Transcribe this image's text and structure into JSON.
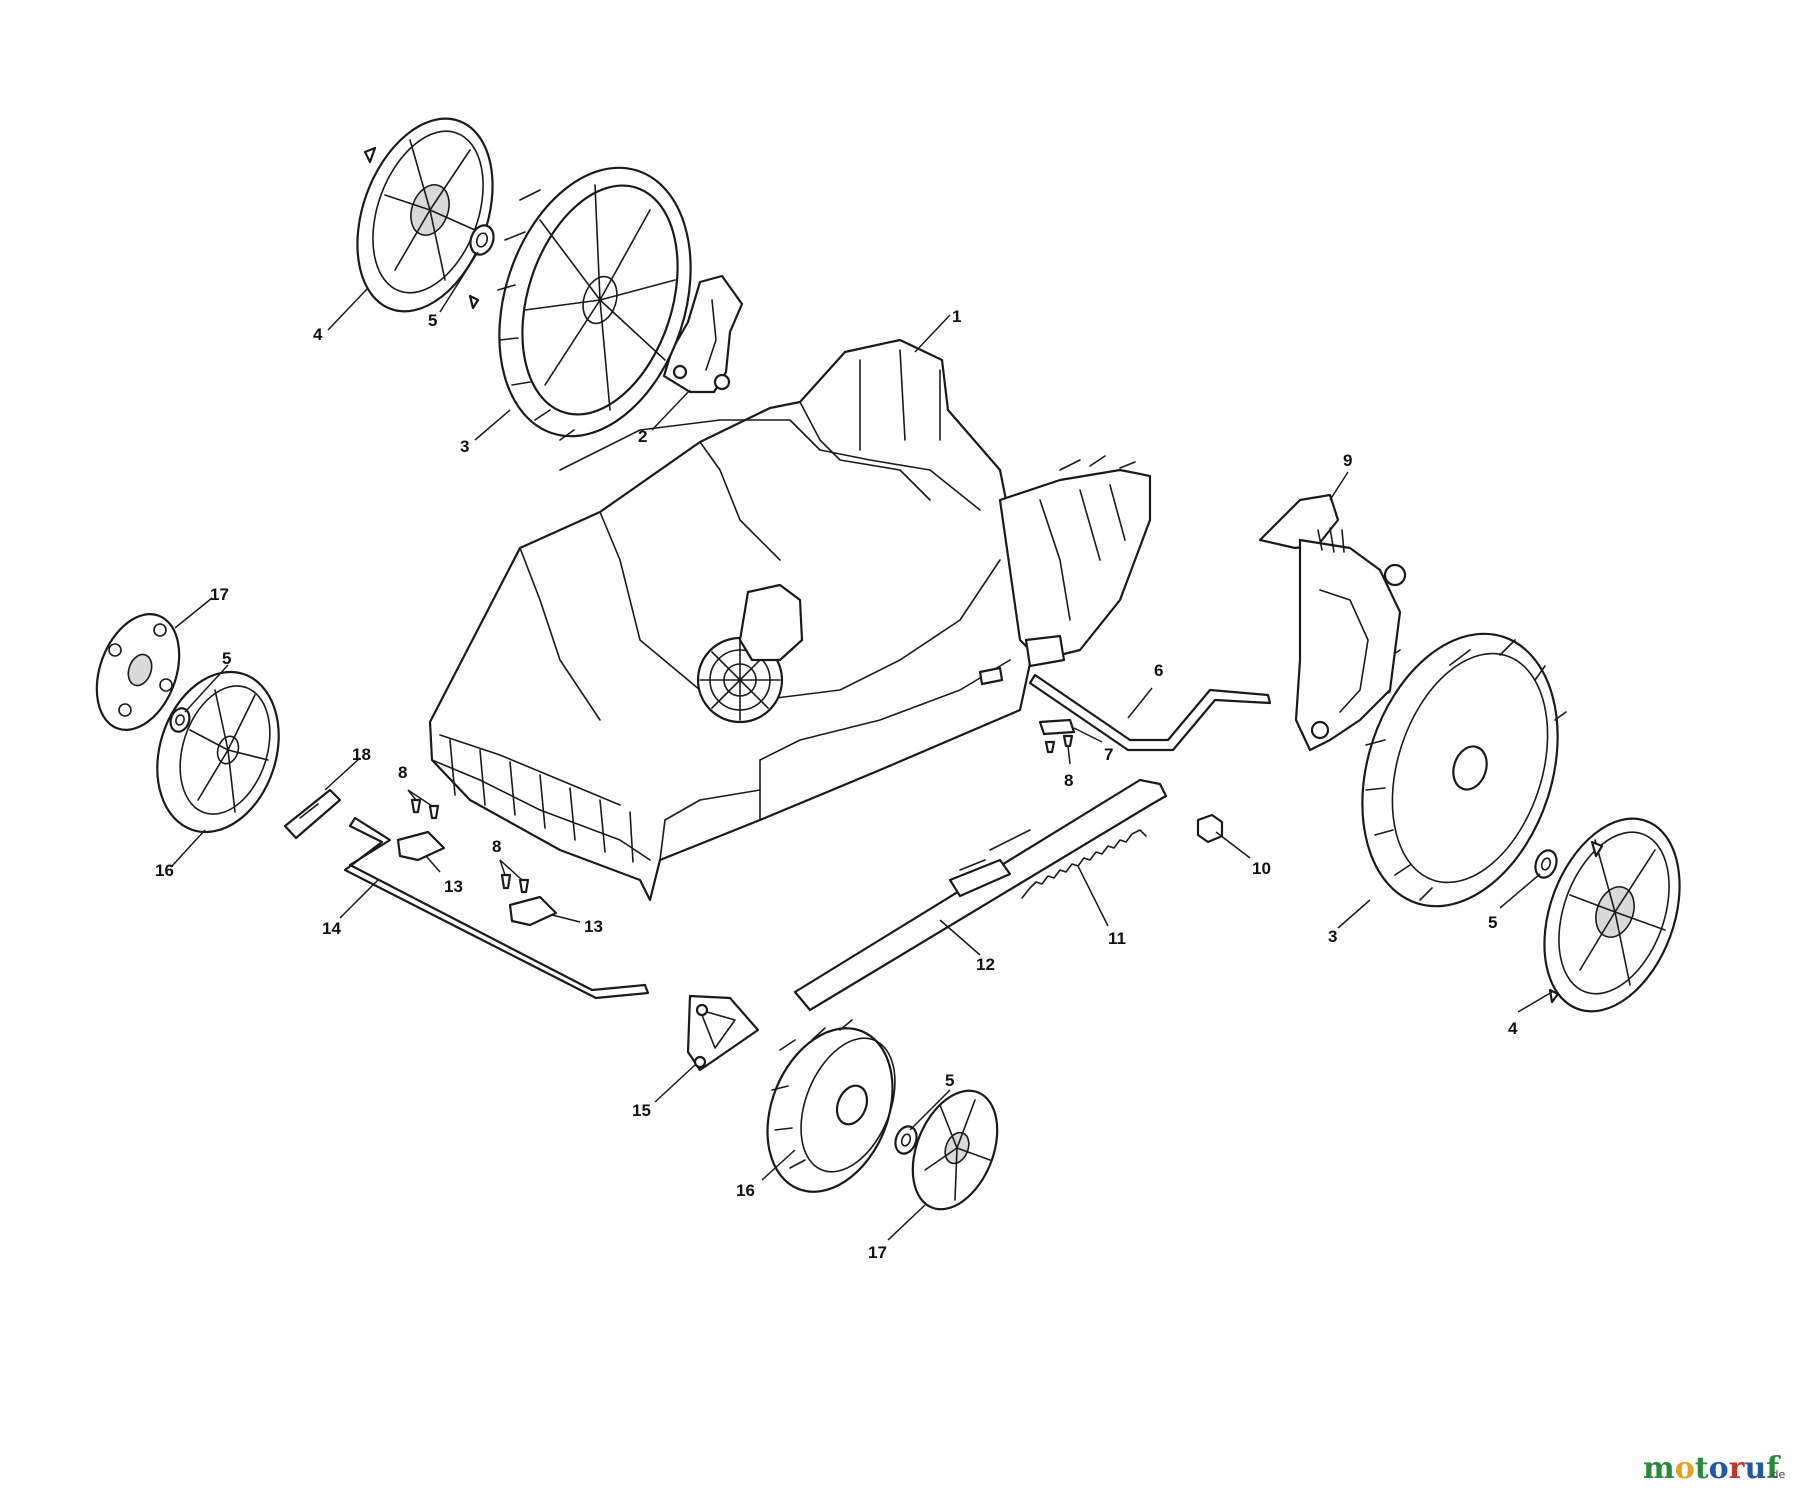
{
  "watermark": {
    "letters": [
      {
        "char": "m",
        "color": "#2a8a3c"
      },
      {
        "char": "o",
        "color": "#e2a21f"
      },
      {
        "char": "t",
        "color": "#2a8a3c"
      },
      {
        "char": "o",
        "color": "#2456a8"
      },
      {
        "char": "r",
        "color": "#c0392b"
      },
      {
        "char": "u",
        "color": "#2456a8"
      },
      {
        "char": "f",
        "color": "#2a8a3c"
      }
    ],
    "tld": ".de"
  },
  "callouts": [
    {
      "id": "c1",
      "label": "1"
    },
    {
      "id": "c2",
      "label": "2"
    },
    {
      "id": "c3a",
      "label": "3"
    },
    {
      "id": "c3b",
      "label": "3"
    },
    {
      "id": "c4a",
      "label": "4"
    },
    {
      "id": "c4b",
      "label": "4"
    },
    {
      "id": "c5a",
      "label": "5"
    },
    {
      "id": "c5b",
      "label": "5"
    },
    {
      "id": "c5c",
      "label": "5"
    },
    {
      "id": "c5d",
      "label": "5"
    },
    {
      "id": "c6",
      "label": "6"
    },
    {
      "id": "c7",
      "label": "7"
    },
    {
      "id": "c8a",
      "label": "8"
    },
    {
      "id": "c8b",
      "label": "8"
    },
    {
      "id": "c8c",
      "label": "8"
    },
    {
      "id": "c9",
      "label": "9"
    },
    {
      "id": "c10",
      "label": "10"
    },
    {
      "id": "c11",
      "label": "11"
    },
    {
      "id": "c12",
      "label": "12"
    },
    {
      "id": "c13a",
      "label": "13"
    },
    {
      "id": "c13b",
      "label": "13"
    },
    {
      "id": "c14",
      "label": "14"
    },
    {
      "id": "c15",
      "label": "15"
    },
    {
      "id": "c16a",
      "label": "16"
    },
    {
      "id": "c16b",
      "label": "16"
    },
    {
      "id": "c17a",
      "label": "17"
    },
    {
      "id": "c17b",
      "label": "17"
    },
    {
      "id": "c18",
      "label": "18"
    }
  ]
}
